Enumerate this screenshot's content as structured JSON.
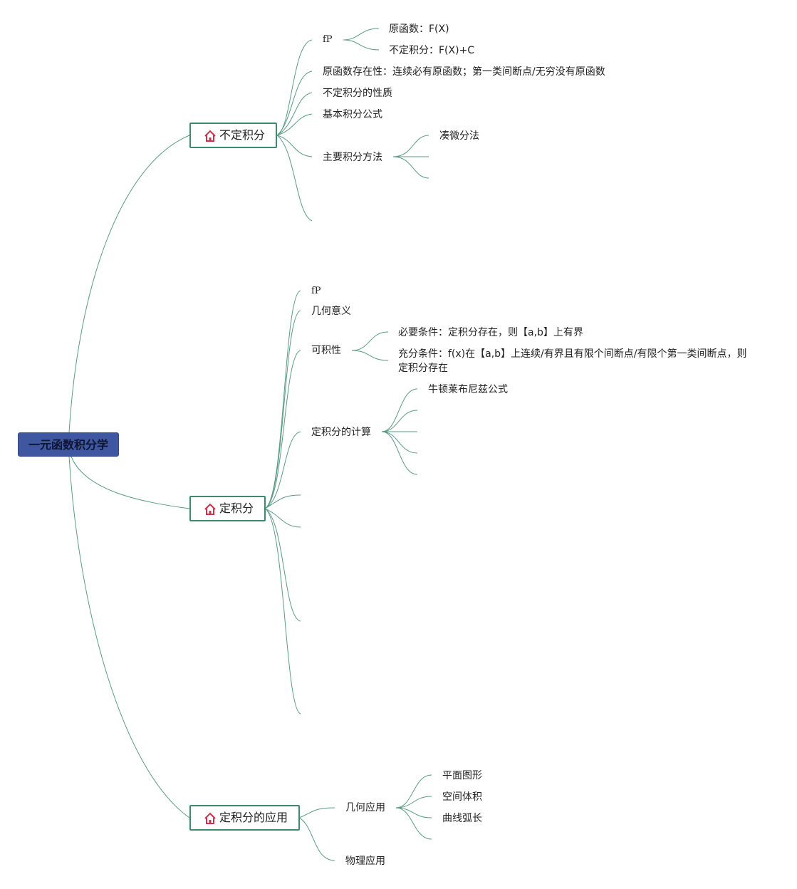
{
  "root": {
    "label": "一元函数积分学"
  },
  "branches": {
    "indefinite": {
      "label": "不定积分",
      "fp": "fP",
      "fp_children": [
        "原函数：F(X)",
        "不定积分：F(X)+C"
      ],
      "existence": "原函数存在性：连续必有原函数；第一类间断点/无穷没有原函数",
      "properties": "不定积分的性质",
      "formulas": "基本积分公式",
      "methods": "主要积分方法",
      "methods_children": [
        "凑微分法"
      ]
    },
    "definite": {
      "label": "定积分",
      "fp": "fP",
      "geometry": "几何意义",
      "integrability": "可积性",
      "integrability_children": [
        "必要条件：定积分存在，则【a,b】上有界",
        "充分条件：f(x)在【a,b】上连续/有界且有限个间断点/有限个第一类间断点，则定积分存在"
      ],
      "computation": "定积分的计算",
      "computation_children": [
        "牛顿莱布尼兹公式"
      ]
    },
    "application": {
      "label": "定积分的应用",
      "geometric": "几何应用",
      "geometric_children": [
        "平面图形",
        "空间体积",
        "曲线弧长"
      ],
      "physical": "物理应用"
    }
  },
  "colors": {
    "line": "#3d8a73",
    "root_fill": "#3f57a0",
    "icon": "#d0304c"
  },
  "icons": {
    "branch_icon": "home-icon"
  }
}
